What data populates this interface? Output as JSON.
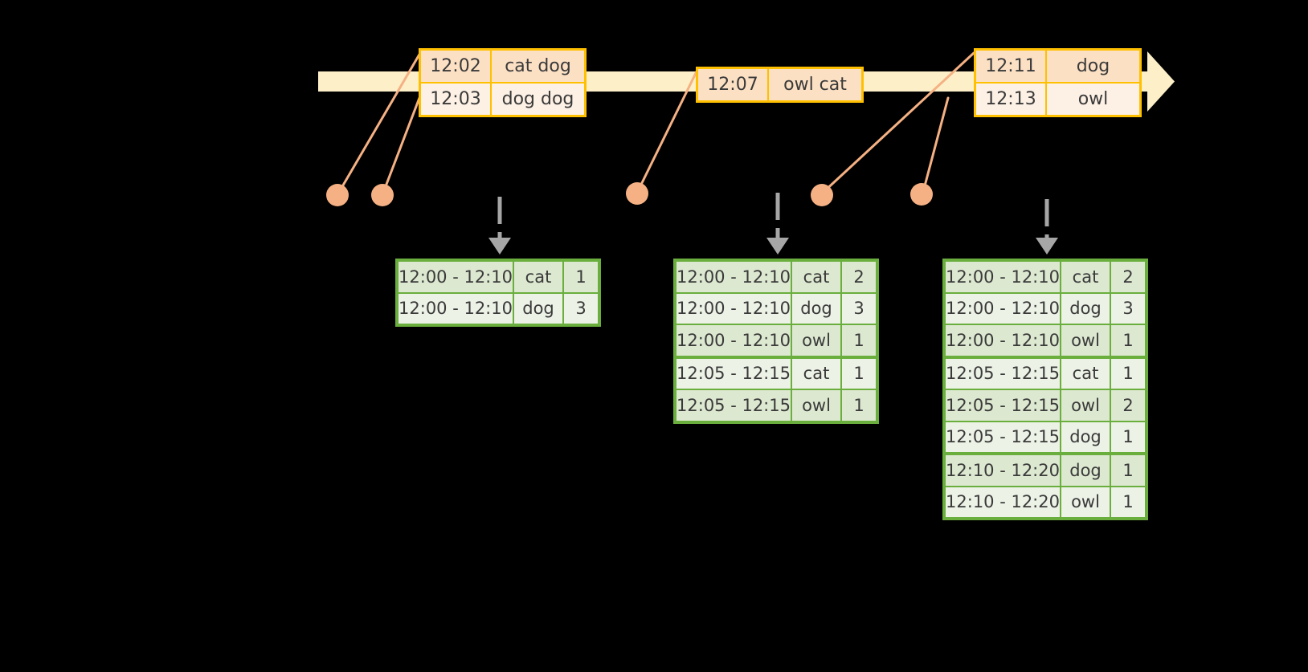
{
  "timeline": {
    "name": "event-stream-timeline",
    "bar_color": "#FDF0C9",
    "accent_color": "#FFC000",
    "dot_color": "#F5B183",
    "arrow_color": "#A6A6A6",
    "events": [
      {
        "group": "events-group-1",
        "rows": [
          {
            "time": "12:02",
            "words": "cat dog",
            "shade": "dark"
          },
          {
            "time": "12:03",
            "words": "dog dog",
            "shade": "light"
          }
        ]
      },
      {
        "group": "events-group-2",
        "rows": [
          {
            "time": "12:07",
            "words": "owl cat",
            "shade": "dark"
          }
        ]
      },
      {
        "group": "events-group-3",
        "rows": [
          {
            "time": "12:11",
            "words": "dog",
            "shade": "dark"
          },
          {
            "time": "12:13",
            "words": "owl",
            "shade": "light"
          }
        ]
      }
    ]
  },
  "results": [
    {
      "name": "result-table-1",
      "groups": [
        {
          "rows": [
            {
              "window": "12:00 - 12:10",
              "word": "cat",
              "count": "1"
            },
            {
              "window": "12:00 - 12:10",
              "word": "dog",
              "count": "3"
            }
          ]
        }
      ]
    },
    {
      "name": "result-table-2",
      "groups": [
        {
          "rows": [
            {
              "window": "12:00 - 12:10",
              "word": "cat",
              "count": "2"
            },
            {
              "window": "12:00 - 12:10",
              "word": "dog",
              "count": "3"
            },
            {
              "window": "12:00 - 12:10",
              "word": "owl",
              "count": "1"
            }
          ]
        },
        {
          "rows": [
            {
              "window": "12:05 - 12:15",
              "word": "cat",
              "count": "1"
            },
            {
              "window": "12:05 - 12:15",
              "word": "owl",
              "count": "1"
            }
          ]
        }
      ]
    },
    {
      "name": "result-table-3",
      "groups": [
        {
          "rows": [
            {
              "window": "12:00 - 12:10",
              "word": "cat",
              "count": "2"
            },
            {
              "window": "12:00 - 12:10",
              "word": "dog",
              "count": "3"
            },
            {
              "window": "12:00 - 12:10",
              "word": "owl",
              "count": "1"
            }
          ]
        },
        {
          "rows": [
            {
              "window": "12:05 - 12:15",
              "word": "cat",
              "count": "1"
            },
            {
              "window": "12:05 - 12:15",
              "word": "owl",
              "count": "2"
            },
            {
              "window": "12:05 - 12:15",
              "word": "dog",
              "count": "1"
            }
          ]
        },
        {
          "rows": [
            {
              "window": "12:10 - 12:20",
              "word": "dog",
              "count": "1"
            },
            {
              "window": "12:10 - 12:20",
              "word": "owl",
              "count": "1"
            }
          ]
        }
      ]
    }
  ]
}
